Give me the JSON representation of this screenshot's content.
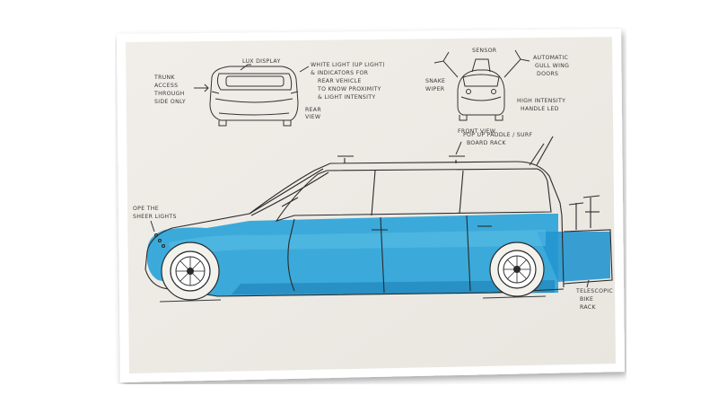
{
  "photo": {
    "subject": "Hand-drawn marker sketch of a minivan concept with a blue lower body, plus rear view and front view thumbnails",
    "colors": {
      "paper": "#efece7",
      "ink": "#2f2f2f",
      "marker_blue": "#2aa3d8",
      "marker_blue_dark": "#1c7fb5",
      "border": "#ffffff"
    }
  },
  "annotations": {
    "trunk_access": [
      "TRUNK",
      "ACCESS",
      "THROUGH",
      "SIDE ONLY"
    ],
    "lux_display": "LUX DISPLAY",
    "rear_view": [
      "REAR",
      "VIEW"
    ],
    "lights": [
      "WHITE LIGHT (UP LIGHT)",
      "& INDICATORS FOR",
      "REAR VEHICLE",
      "TO KNOW PROXIMITY",
      "& LIGHT INTENSITY"
    ],
    "sensor_front": "SENSOR",
    "snake_wiper": [
      "SNAKE",
      "WIPER"
    ],
    "gull_wing": [
      "AUTOMATIC",
      "GULL WING",
      "DOORS"
    ],
    "high_intensity": [
      "HIGH INTENSITY",
      "HANDLE LED"
    ],
    "front_view": "FRONT VIEW",
    "roof_rack": [
      "POP UP PADDLE / SURF",
      "BOARD RACK"
    ],
    "sheer_lights": [
      "OPE THE",
      "SHEER LIGHTS"
    ],
    "bike_rack": [
      "TELESCOPIC",
      "BIKE",
      "RACK"
    ]
  }
}
